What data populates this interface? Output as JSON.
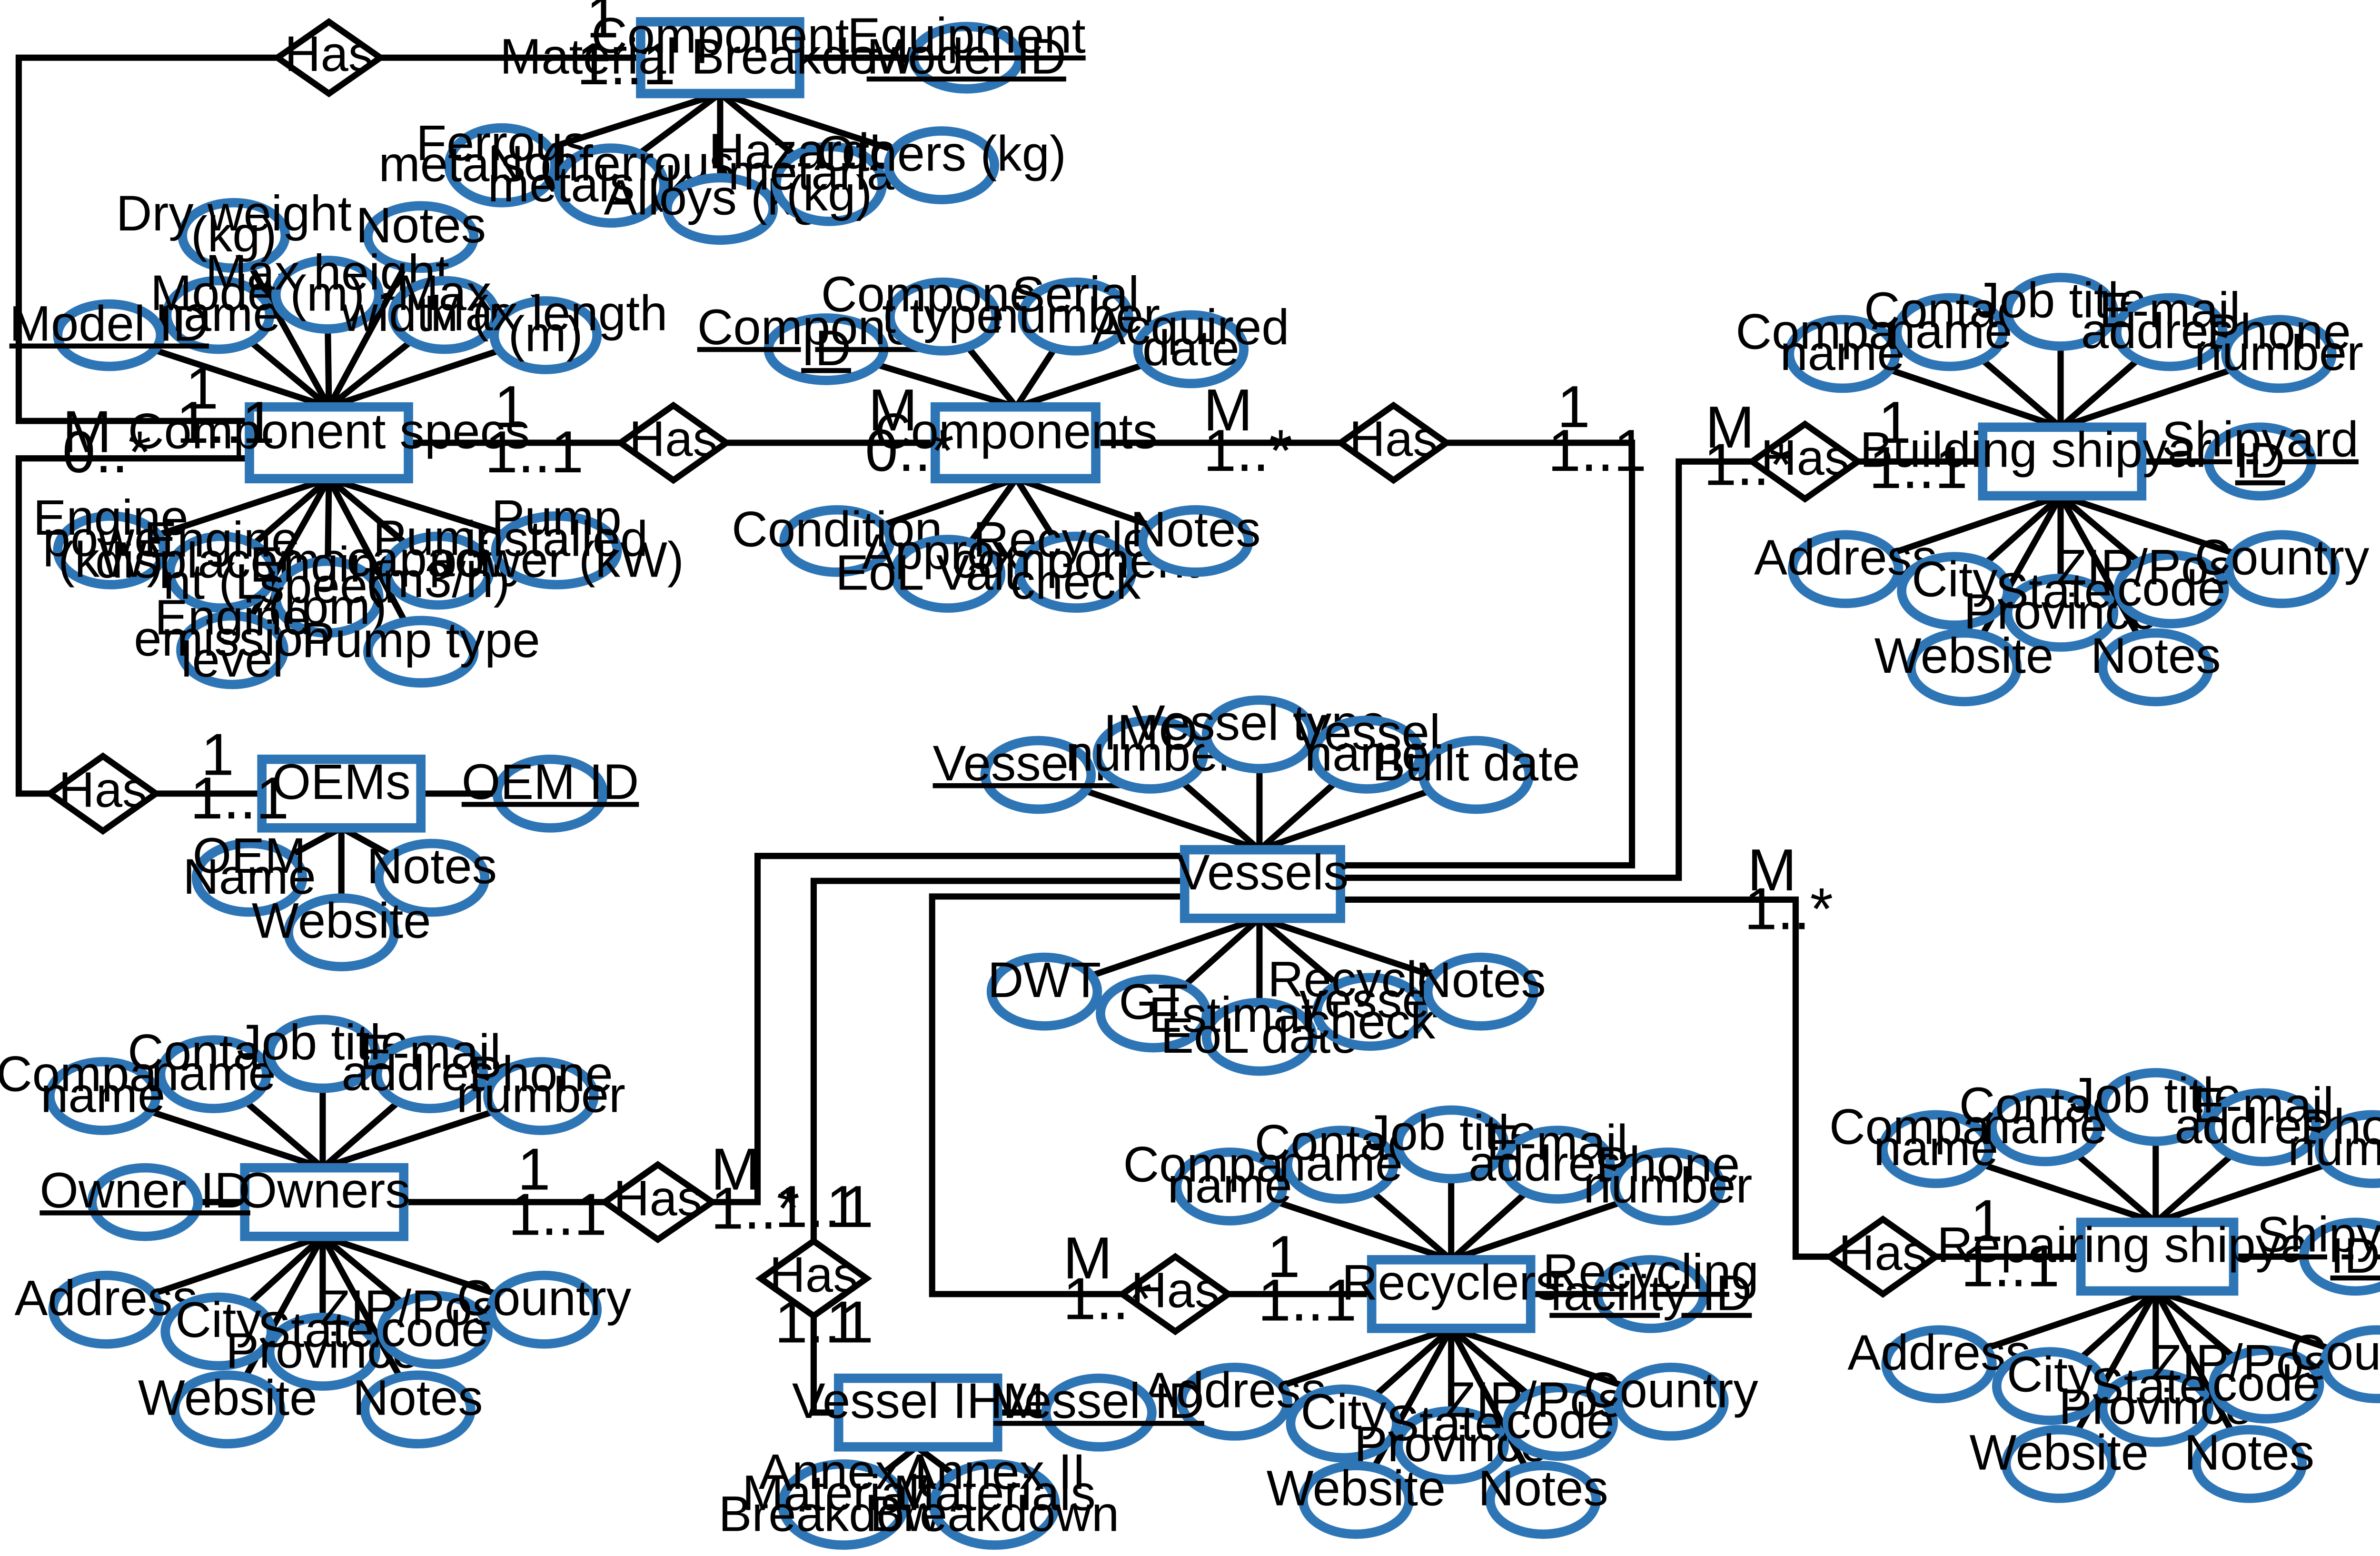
{
  "relationship_label": "Has",
  "entities": {
    "component_material_breakdown": [
      "Component",
      "Material Breakdown"
    ],
    "component_specs": [
      "Component specs"
    ],
    "components": [
      "Components"
    ],
    "building_shipyards": [
      "Building shipyards"
    ],
    "oems": [
      "OEMs"
    ],
    "vessels": [
      "Vessels"
    ],
    "owners": [
      "Owners"
    ],
    "recyclers": [
      "Recyclers"
    ],
    "repairing_shipyards": [
      "Repairing shipyards"
    ],
    "vessel_ihm": [
      "Vessel IHM"
    ]
  },
  "attributes": {
    "cmb_equipment_model_id": [
      "Equipment",
      "Model ID"
    ],
    "cmb_ferrous": [
      "Ferrous",
      "metals (kg)"
    ],
    "cmb_nonferrous": [
      "Nonferrous",
      "metals (kg)"
    ],
    "cmb_alloys": [
      "Alloys (kg)"
    ],
    "cmb_hazardous": [
      "Hazardous",
      "metarials",
      "(kg)"
    ],
    "cmb_others": [
      "Others (kg)"
    ],
    "cs_dry_weight": [
      "Dry weight",
      "(kg)"
    ],
    "cs_notes": [
      "Notes"
    ],
    "cs_model_name": [
      "Model",
      "name"
    ],
    "cs_max_height": [
      "Max height",
      "(m)"
    ],
    "cs_max_width": [
      "Max",
      "width (m)"
    ],
    "cs_model_id": [
      "Model ID"
    ],
    "cs_max_length": [
      "Max length",
      "(m)"
    ],
    "cs_engine_power": [
      "Engine",
      "power",
      "(kW)"
    ],
    "cs_engine_displacement": [
      "Engine",
      "displaceme",
      "nt (L)"
    ],
    "cs_engine_speed": [
      "Engine",
      "speed",
      "(rpm)"
    ],
    "cs_pump_capacity": [
      "Pump",
      "capacity",
      "(m3/h)"
    ],
    "cs_pump_installed_power": [
      "Pump",
      "installed",
      "power (kW)"
    ],
    "cs_engine_emission": [
      "Engine",
      "emission",
      "level"
    ],
    "cs_pump_type": [
      "Pump type"
    ],
    "c_component_id": [
      "Component",
      "ID"
    ],
    "c_component_type": [
      "Componen",
      "t type"
    ],
    "c_serial_number": [
      "Serial",
      "number"
    ],
    "c_acquired_date": [
      "Acquired",
      "date"
    ],
    "c_condition": [
      "Condition"
    ],
    "c_eol_value": [
      "Approx.",
      "EoL Value"
    ],
    "c_recycled_check": [
      "Recycled",
      "component",
      "check"
    ],
    "c_notes": [
      "Notes"
    ],
    "bs_company_name": [
      "Company",
      "name"
    ],
    "bs_contact_name": [
      "Contact",
      "name"
    ],
    "bs_job_title": [
      "Job title"
    ],
    "bs_email": [
      "E-mail",
      "address"
    ],
    "bs_phone": [
      "Phone",
      "number"
    ],
    "bs_shipyard_id": [
      "Shipyard",
      "ID"
    ],
    "bs_address": [
      "Address"
    ],
    "bs_city": [
      "City"
    ],
    "bs_state": [
      "State/",
      "Province"
    ],
    "bs_zip": [
      "ZIP/Postal",
      "code"
    ],
    "bs_country": [
      "Country"
    ],
    "bs_website": [
      "Website"
    ],
    "bs_notes": [
      "Notes"
    ],
    "oem_id": [
      "OEM ID"
    ],
    "oem_name": [
      "OEM",
      "Name"
    ],
    "oem_notes": [
      "Notes"
    ],
    "oem_website": [
      "Website"
    ],
    "v_vessel_id": [
      "Vessel ID"
    ],
    "v_imo": [
      "IMO",
      "number"
    ],
    "v_type": [
      "Vessel type"
    ],
    "v_name": [
      "Vessel",
      "name"
    ],
    "v_built_date": [
      "Built date"
    ],
    "v_dwt": [
      "DWT"
    ],
    "v_gt": [
      "GT"
    ],
    "v_eol_date": [
      "Estimated",
      "EoL date"
    ],
    "v_recycled_check": [
      "Recycled",
      "vessel",
      "check"
    ],
    "v_notes": [
      "Notes"
    ],
    "o_company_name": [
      "Company",
      "name"
    ],
    "o_contact_name": [
      "Contact",
      "name"
    ],
    "o_job_title": [
      "Job title"
    ],
    "o_email": [
      "E-mail",
      "address"
    ],
    "o_phone": [
      "Phone",
      "number"
    ],
    "o_owner_id": [
      "Owner ID"
    ],
    "o_address": [
      "Address"
    ],
    "o_city": [
      "City"
    ],
    "o_state": [
      "State/",
      "Province"
    ],
    "o_zip": [
      "ZIP/Postal",
      "code"
    ],
    "o_country": [
      "Country"
    ],
    "o_website": [
      "Website"
    ],
    "o_notes": [
      "Notes"
    ],
    "r_company_name": [
      "Company",
      "name"
    ],
    "r_contact_name": [
      "Contact",
      "name"
    ],
    "r_job_title": [
      "Job title"
    ],
    "r_email": [
      "E-mail",
      "address"
    ],
    "r_phone": [
      "Phone",
      "number"
    ],
    "r_facility_id": [
      "Recycling",
      "facility ID"
    ],
    "r_address": [
      "Address"
    ],
    "r_city": [
      "City"
    ],
    "r_state": [
      "State/",
      "Province"
    ],
    "r_zip": [
      "ZIP/Postal",
      "code"
    ],
    "r_country": [
      "Country"
    ],
    "r_website": [
      "Website"
    ],
    "r_notes": [
      "Notes"
    ],
    "rs_company_name": [
      "Company",
      "name"
    ],
    "rs_contact_name": [
      "Contact",
      "name"
    ],
    "rs_job_title": [
      "Job title"
    ],
    "rs_email": [
      "E-mail",
      "address"
    ],
    "rs_phone": [
      "Phone",
      "number"
    ],
    "rs_shipyard_id": [
      "Shipyard",
      "ID"
    ],
    "rs_address": [
      "Address"
    ],
    "rs_city": [
      "City"
    ],
    "rs_state": [
      "State/",
      "Province"
    ],
    "rs_zip": [
      "ZIP/Postal",
      "code"
    ],
    "rs_country": [
      "Country"
    ],
    "rs_website": [
      "Website"
    ],
    "rs_notes": [
      "Notes"
    ],
    "ihm_vessel_id": [
      "Vessel ID"
    ],
    "ihm_annex1": [
      "Annex I",
      "Materials",
      "Breakdown"
    ],
    "ihm_annex2": [
      "Annex II",
      "Materials",
      "Breakdown"
    ]
  },
  "cardinalities": {
    "cmb_one": "1",
    "cmb_one_one": "1..1",
    "cs_cmb_one": "1",
    "cs_cmb_one_one": "1..1",
    "cs_oem_m": "M",
    "cs_oem_zero_many": "0..*",
    "cs_comp_one": "1",
    "cs_comp_one_one": "1..1",
    "comp_m": "M",
    "comp_zero_many": "0..*",
    "comp_vessel_m": "M",
    "comp_vessel_one_many": "1..*",
    "vessel_comp_one": "1",
    "vessel_comp_one_one": "1..1",
    "bs_m": "M",
    "bs_one_many": "1..*",
    "bs_one": "1",
    "bs_one_one": "1..1",
    "oem_one": "1",
    "oem_one_one": "1..1",
    "owner_one": "1",
    "owner_one_one": "1..1",
    "owner_vessel_m": "M",
    "owner_vessel_one_many": "1..*",
    "ihm_top_one_one": "1..1",
    "ihm_top_one": "1",
    "ihm_bottom_one_one": "1..1",
    "ihm_bottom_one": "1",
    "rs_m": "M",
    "rs_one_many": "1..*",
    "rs_one": "1",
    "rs_one_one": "1..1",
    "rec_m": "M",
    "rec_one_many": "1..*",
    "rec_one": "1",
    "rec_one_one": "1..1"
  }
}
